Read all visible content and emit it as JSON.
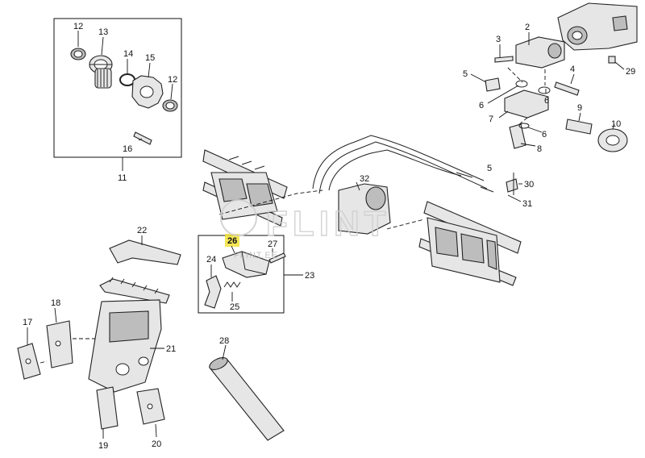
{
  "diagram": {
    "callouts": [
      "2",
      "3",
      "4",
      "5",
      "6",
      "7",
      "8",
      "9",
      "10",
      "11",
      "12",
      "13",
      "14",
      "15",
      "16",
      "17",
      "18",
      "19",
      "20",
      "21",
      "22",
      "23",
      "24",
      "25",
      "26",
      "27",
      "28",
      "29",
      "30",
      "31",
      "32"
    ],
    "highlighted_callout": "26",
    "highlight_color": "#f2e23a",
    "watermark": {
      "logo": "FLINT",
      "url": "FLINT.EE"
    }
  }
}
